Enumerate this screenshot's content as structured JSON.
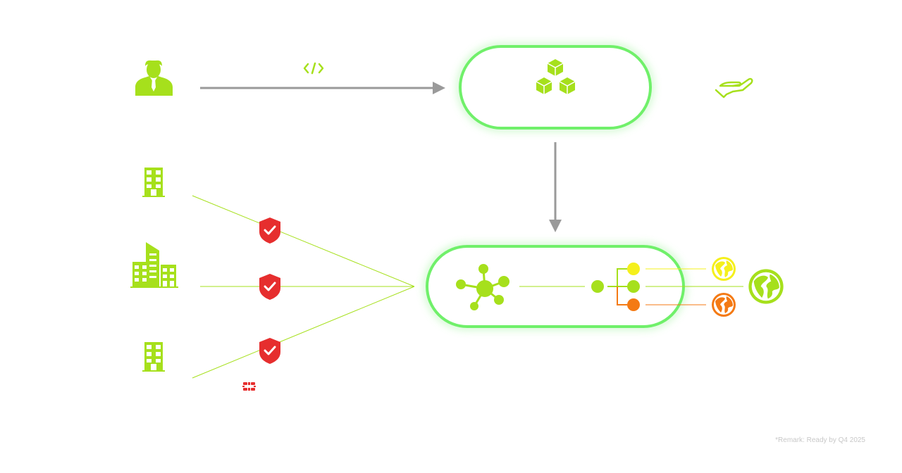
{
  "colors": {
    "accent": "#a6e01c",
    "glow": "#6ff06a",
    "arrow": "#9a9a9a",
    "shield": "#e62e2e",
    "yellow": "#f5f01c",
    "orange": "#f47a14",
    "remark": "#c8c8c8"
  },
  "icons": {
    "user": "user-icon",
    "code": "code-icon",
    "cubes": "cubes-icon",
    "hand": "hand-icon",
    "buildings": [
      "building-icon",
      "office-buildings-icon",
      "building-icon"
    ],
    "shields": [
      "shield-check-icon",
      "shield-check-icon",
      "shield-check-icon"
    ],
    "vendor_logo": "fortinet-logo-icon",
    "hub": "network-hub-icon",
    "egress_nodes": [
      "node-yellow",
      "node-green",
      "node-orange"
    ],
    "globes": [
      "globe-yellow-icon",
      "globe-orange-icon",
      "globe-green-icon"
    ]
  },
  "remark": "*Remark: Ready by Q4 2025"
}
